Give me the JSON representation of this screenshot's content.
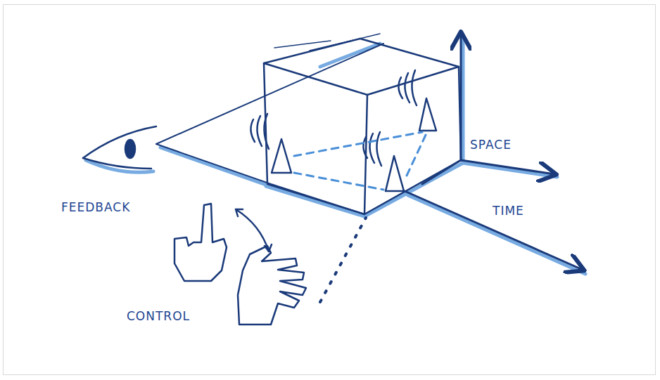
{
  "diagram": {
    "labels": [
      "SPACE",
      "TIME",
      "FEEDBACK",
      "CONTROL"
    ]
  }
}
